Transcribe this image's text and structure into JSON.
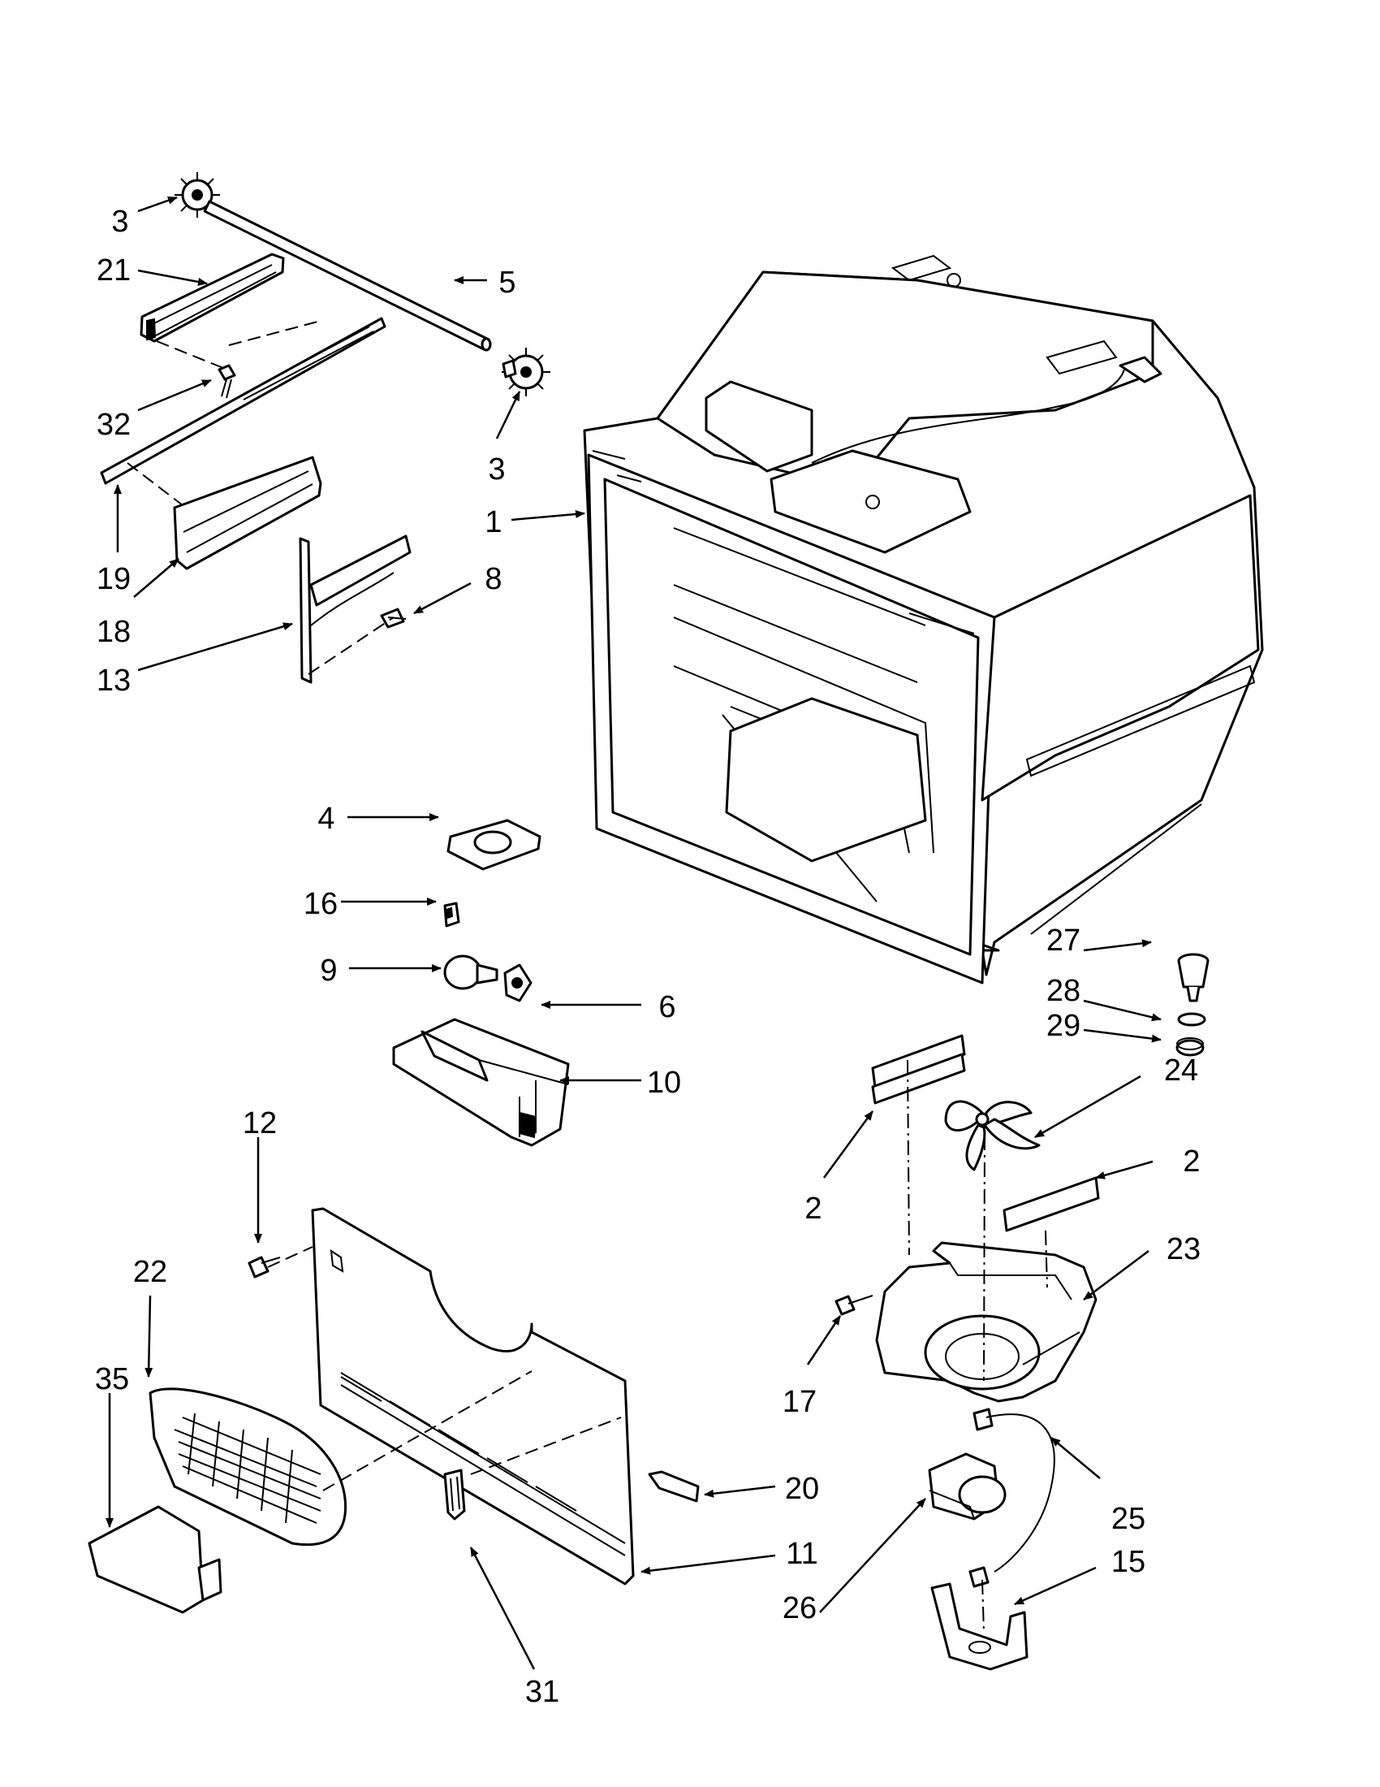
{
  "diagram": {
    "callouts": {
      "c3a": "3",
      "c21": "21",
      "c5": "5",
      "c32": "32",
      "c3b": "3",
      "c1": "1",
      "c19": "19",
      "c18": "18",
      "c8": "8",
      "c13": "13",
      "c4": "4",
      "c16": "16",
      "c9": "9",
      "c6": "6",
      "c10": "10",
      "c27": "27",
      "c28": "28",
      "c29": "29",
      "c24": "24",
      "c2a": "2",
      "c2b": "2",
      "c23": "23",
      "c12": "12",
      "c22": "22",
      "c35": "35",
      "c17": "17",
      "c20": "20",
      "c25": "25",
      "c11": "11",
      "c26": "26",
      "c15": "15",
      "c31": "31"
    }
  }
}
